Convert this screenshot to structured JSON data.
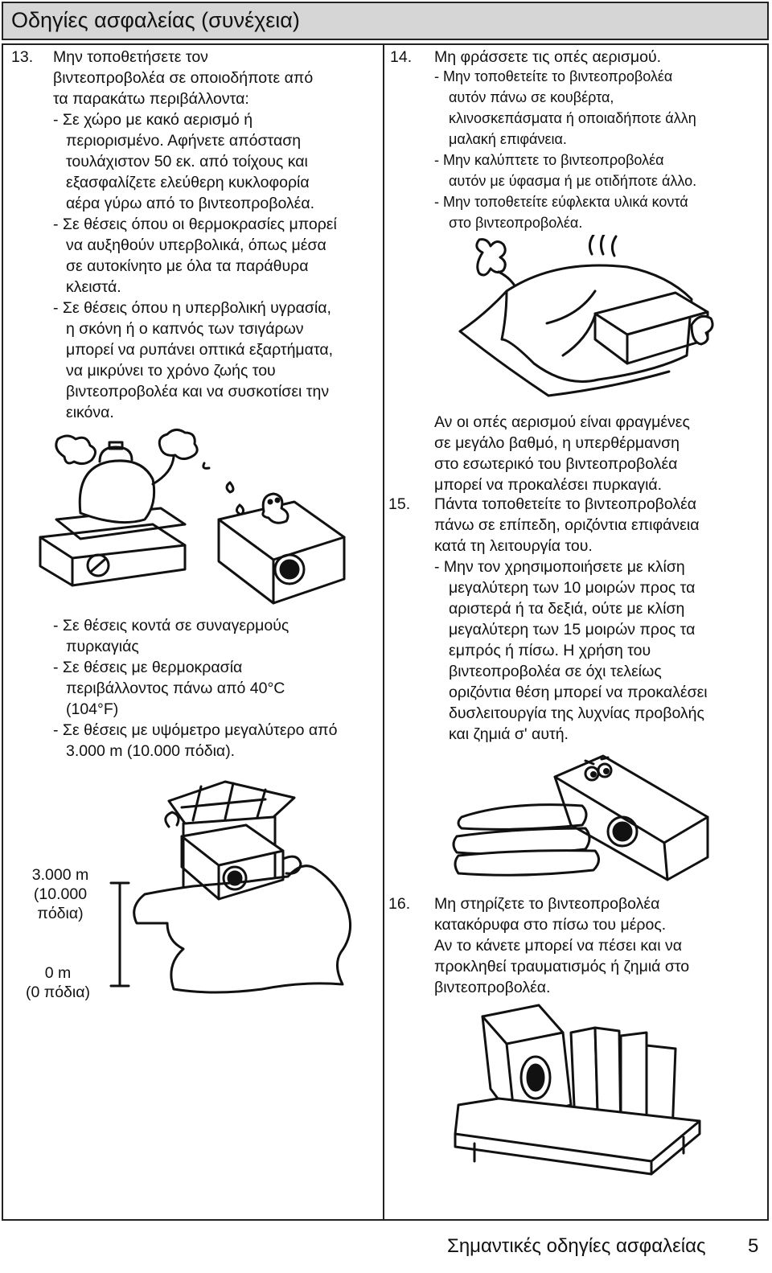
{
  "header": {
    "title": "Οδηγίες ασφαλείας (συνέχεια)"
  },
  "left": {
    "item13": {
      "number": "13.",
      "lines": [
        "Μην τοποθετήσετε τον",
        "βιντεοπροβολέα σε οποιοδήποτε από",
        "τα παρακάτω περιβάλλοντα:",
        "- Σε χώρο με κακό αερισμό ή",
        "περιορισμένο. Αφήνετε απόσταση",
        "τουλάχιστον 50 εκ. από τοίχους και",
        "εξασφαλίζετε ελεύθερη κυκλοφορία",
        "αέρα γύρω από το βιντεοπροβολέα.",
        "- Σε θέσεις όπου οι θερμοκρασίες μπορεί",
        "να αυξηθούν υπερβολικά, όπως μέσα",
        "σε αυτοκίνητο με όλα τα παράθυρα",
        "κλειστά.",
        "- Σε θέσεις όπου η υπερβολική υγρασία,",
        "η σκόνη ή ο καπνός των τσιγάρων",
        "μπορεί να ρυπάνει οπτικά εξαρτήματα,",
        "να μικρύνει το χρόνο ζωής του",
        "βιντεοπροβολέα και να συσκοτίσει την",
        "εικόνα."
      ],
      "lines2": [
        "- Σε θέσεις κοντά σε συναγερμούς",
        "πυρκαγιάς",
        "- Σε θέσεις με θερμοκρασία",
        "περιβάλλοντος πάνω από 40°C",
        "(104°F)",
        "- Σε θέσεις με υψόμετρο μεγαλύτερο από",
        "3.000 m (10.000 πόδια)."
      ]
    },
    "altitude": {
      "top": [
        "3.000 m",
        "(10.000",
        "πόδια)"
      ],
      "bottom": [
        "0 m",
        "(0 πόδια)"
      ]
    }
  },
  "right": {
    "item14": {
      "number": "14.",
      "heading": "Μη φράσσετε τις οπές αερισμού.",
      "lines": [
        "- Μην τοποθετείτε το βιντεοπροβολέα",
        "αυτόν πάνω σε κουβέρτα,",
        "κλινοσκεπάσματα ή οποιαδήποτε άλλη",
        "μαλακή επιφάνεια.",
        "- Μην καλύπτετε το βιντεοπροβολέα",
        "αυτόν με ύφασμα ή με οτιδήποτε άλλο.",
        "- Μην τοποθετείτε εύφλεκτα υλικά κοντά",
        "στο βιντεοπροβολέα."
      ],
      "note": [
        "Αν οι οπές αερισμού είναι φραγμένες",
        "σε μεγάλο βαθμό, η υπερθέρμανση",
        "στο εσωτερικό του βιντεοπροβολέα",
        "μπορεί να προκαλέσει πυρκαγιά."
      ]
    },
    "item15": {
      "number": "15.",
      "lines": [
        "Πάντα τοποθετείτε το βιντεοπροβολέα",
        "πάνω σε επίπεδη, οριζόντια επιφάνεια",
        "κατά τη λειτουργία του.",
        "- Μην τον χρησιμοποιήσετε με κλίση",
        "μεγαλύτερη των 10 μοιρών προς τα",
        "αριστερά ή τα δεξιά, ούτε με κλίση",
        "μεγαλύτερη των 15 μοιρών προς τα",
        "εμπρός ή πίσω. Η χρήση του",
        "βιντεοπροβολέα σε όχι τελείως",
        "οριζόντια θέση μπορεί να προκαλέσει",
        "δυσλειτουργία της λυχνίας προβολής",
        "και ζημιά σ' αυτή."
      ]
    },
    "item16": {
      "number": "16.",
      "lines": [
        "Μη στηρίζετε το βιντεοπροβολέα",
        "κατακόρυφα στο πίσω του μέρος.",
        "Αν το κάνετε μπορεί να πέσει και να",
        "προκληθεί τραυματισμός ή ζημιά στο",
        "βιντεοπροβολέα."
      ]
    }
  },
  "footer": {
    "section": "Σημαντικές οδηγίες ασφαλείας",
    "page": "5"
  }
}
